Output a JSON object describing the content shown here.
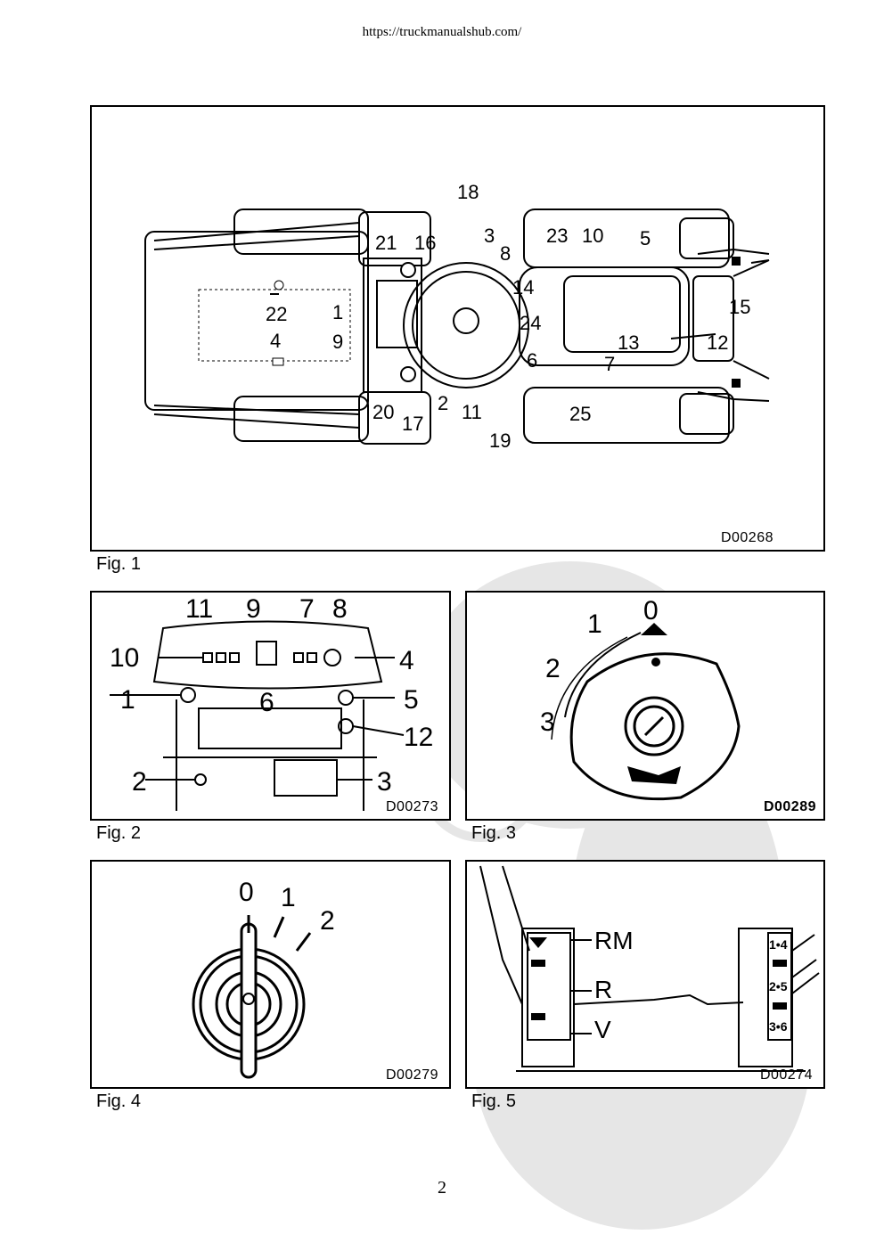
{
  "header": {
    "url": "https://truckmanualshub.com/"
  },
  "fig1": {
    "caption": "Fig. 1",
    "code": "D00268",
    "labels": [
      "18",
      "3",
      "8",
      "23",
      "10",
      "5",
      "21",
      "16",
      "14",
      "1",
      "22",
      "15",
      "24",
      "13",
      "12",
      "9",
      "4",
      "6",
      "7",
      "2",
      "20",
      "17",
      "11",
      "19",
      "25"
    ]
  },
  "fig2": {
    "caption": "Fig. 2",
    "code": "D00273",
    "labels": [
      "11",
      "9",
      "7",
      "8",
      "10",
      "4",
      "6",
      "1",
      "5",
      "12",
      "2",
      "3"
    ]
  },
  "fig3": {
    "caption": "Fig. 3",
    "code": "D00289",
    "labels": [
      "0",
      "1",
      "2",
      "3"
    ]
  },
  "fig4": {
    "caption": "Fig. 4",
    "code": "D00279",
    "labels": [
      "0",
      "1",
      "2"
    ]
  },
  "fig5": {
    "caption": "Fig. 5",
    "code": "D00274",
    "labels": [
      "RM",
      "R",
      "V"
    ],
    "gear_labels": [
      "1•4",
      "2•5",
      "3•6"
    ]
  },
  "footer": {
    "page_number": "2"
  }
}
